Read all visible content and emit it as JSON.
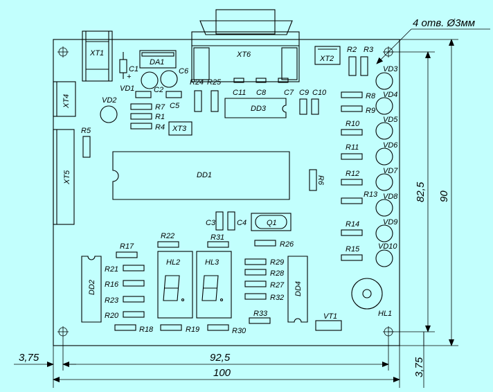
{
  "board": {
    "connectors": {
      "xt1": "XT1",
      "xt2": "XT2",
      "xt3": "XT3",
      "xt4": "XT4",
      "xt5": "XT5",
      "xt6": "XT6"
    },
    "chips": {
      "da1": "DA1",
      "dd1": "DD1",
      "dd2": "DD2",
      "dd3": "DD3",
      "dd4": "DD4"
    },
    "capacitors": {
      "c1": "C1",
      "c2": "C2",
      "c3": "C3",
      "c4": "C4",
      "c5": "C5",
      "c6": "C6",
      "c7": "C7",
      "c8": "C8",
      "c9": "C9",
      "c10": "C10",
      "c11": "C11"
    },
    "resistors": {
      "r1": "R1",
      "r2": "R2",
      "r3": "R3",
      "r4": "R4",
      "r5": "R5",
      "r6": "R6",
      "r7": "R7",
      "r8": "R8",
      "r9": "R9",
      "r10": "R10",
      "r11": "R11",
      "r12": "R12",
      "r13": "R13",
      "r14": "R14",
      "r15": "R15",
      "r16": "R16",
      "r17": "R17",
      "r18": "R18",
      "r19": "R19",
      "r20": "R20",
      "r21": "R21",
      "r22": "R22",
      "r23": "R23",
      "r24": "R24",
      "r25": "R25",
      "r26": "R26",
      "r27": "R27",
      "r28": "R28",
      "r29": "R29",
      "r30": "R30",
      "r31": "R31",
      "r32": "R32",
      "r33": "R33"
    },
    "diodes": {
      "vd1": "VD1",
      "vd2": "VD2",
      "vd3": "VD3",
      "vd4": "VD4",
      "vd5": "VD5",
      "vd6": "VD6",
      "vd7": "VD7",
      "vd8": "VD8",
      "vd9": "VD9",
      "vd10": "VD10"
    },
    "displays": {
      "hl1": "HL1",
      "hl2": "HL2",
      "hl3": "HL3"
    },
    "others": {
      "q1": "Q1",
      "vt1": "VT1",
      "plus": "+"
    }
  },
  "dimensions": {
    "holes_note": "4 отв. Ø3мм",
    "height_total": "90",
    "height_holes": "82,5",
    "width_total": "100",
    "width_holes": "92,5",
    "offset_left": "3,75",
    "offset_bottom": "3,75"
  }
}
